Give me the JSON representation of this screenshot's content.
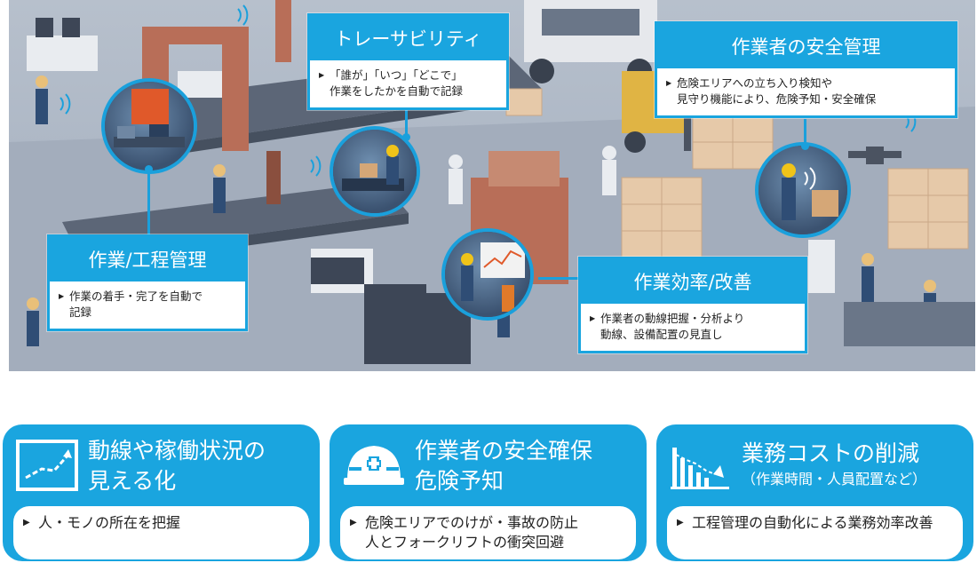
{
  "callouts": {
    "traceability": {
      "title": "トレーサビリティ",
      "lines": [
        "「誰が」「いつ」「どこで」",
        "作業をしたかを自動で記録"
      ]
    },
    "worker_safety": {
      "title": "作業者の安全管理",
      "lines": [
        "危険エリアへの立ち入り検知や",
        "見守り機能により、危険予知・安全確保"
      ]
    },
    "process_management": {
      "title": "作業/工程管理",
      "lines": [
        "作業の着手・完了を自動で",
        "記録"
      ]
    },
    "efficiency": {
      "title": "作業効率/改善",
      "lines": [
        "作業者の動線把握・分析より",
        "動線、設備配置の見直し"
      ]
    }
  },
  "cards": [
    {
      "icon": "trend-chart-icon",
      "title_lines": [
        "動線や稼働状況の",
        "見える化"
      ],
      "subtitle": "",
      "body_lines": [
        "人・モノの所在を把握"
      ]
    },
    {
      "icon": "safety-helmet-icon",
      "title_lines": [
        "作業者の安全確保",
        "危険予知"
      ],
      "subtitle": "",
      "body_lines": [
        "危険エリアでのけが・事故の防止",
        "人とフォークリフトの衝突回避"
      ]
    },
    {
      "icon": "cost-reduction-chart-icon",
      "title_lines": [
        "業務コストの削減",
        ""
      ],
      "subtitle": "（作業時間・人員配置など）",
      "body_lines": [
        "工程管理の自動化による業務効率改善"
      ]
    }
  ],
  "colors": {
    "accent": "#1aa5df",
    "lens_border": "#1aa0dc",
    "scene_bg": "#b0bac7"
  }
}
